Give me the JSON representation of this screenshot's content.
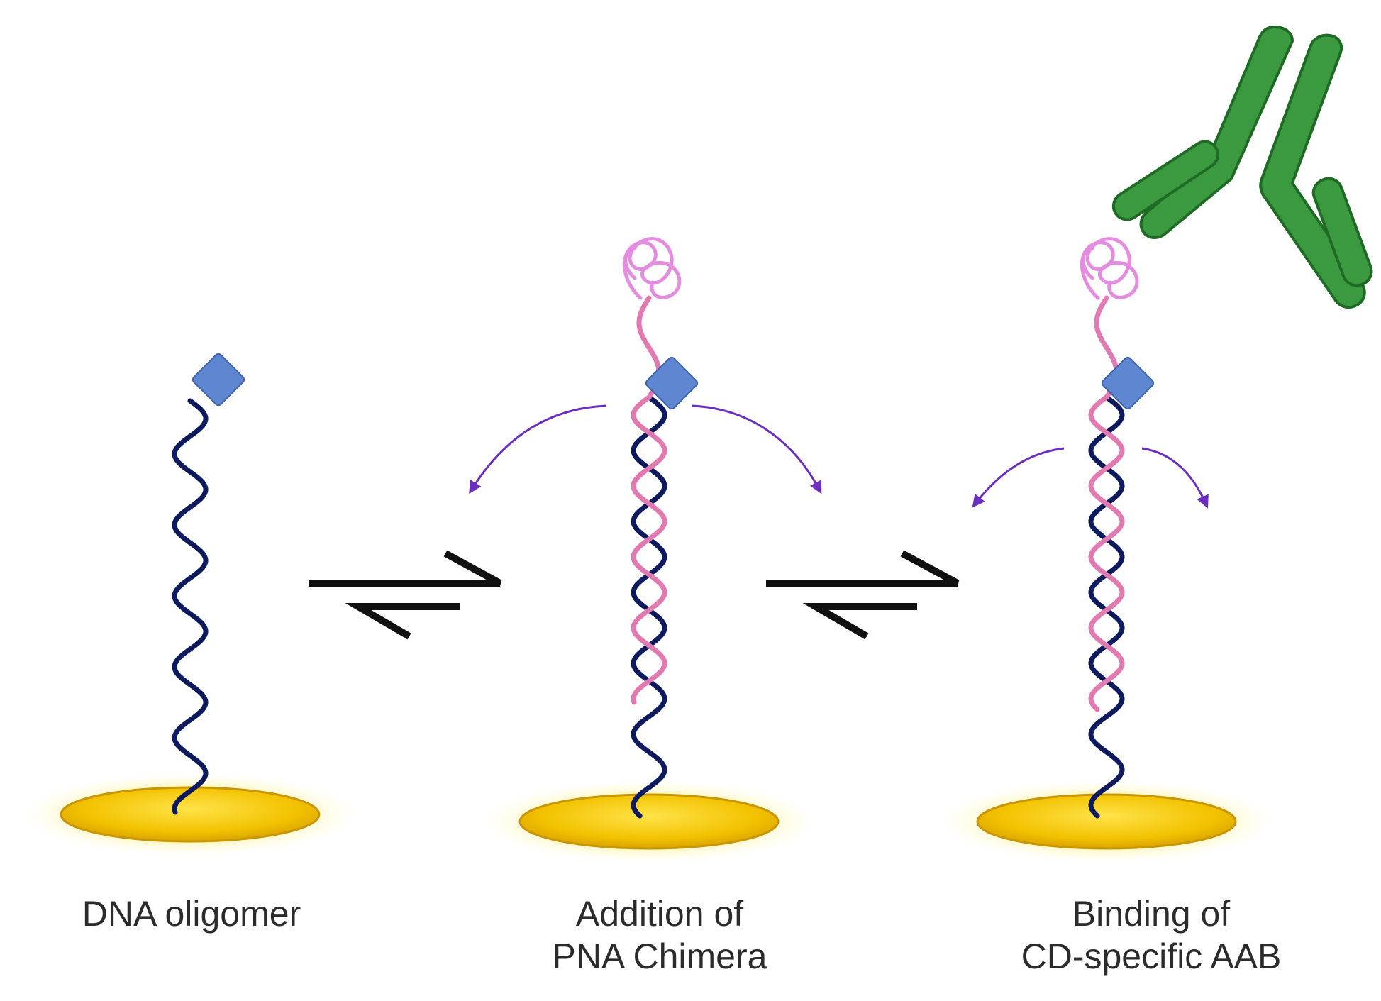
{
  "diagram": {
    "stages": [
      {
        "lines": [
          "DNA oligomer"
        ]
      },
      {
        "lines": [
          "Addition of",
          "PNA Chimera"
        ]
      },
      {
        "lines": [
          "Binding of",
          "CD-specific AAB"
        ]
      }
    ],
    "colors": {
      "dna_strand": "#0e1a5e",
      "pna_strand": "#e07ab0",
      "pna_coil": "#e48de0",
      "tag": "#5f86d0",
      "gold_particle": "#f2c500",
      "antibody": "#3b9a3f",
      "equilibrium_arrow": "#111111",
      "motion_arrow": "#6b2fbf"
    },
    "icons": [
      "gold-nanoparticle-icon",
      "dna-strand-icon",
      "pna-chimera-icon",
      "antibody-icon",
      "equilibrium-arrow-icon"
    ]
  }
}
